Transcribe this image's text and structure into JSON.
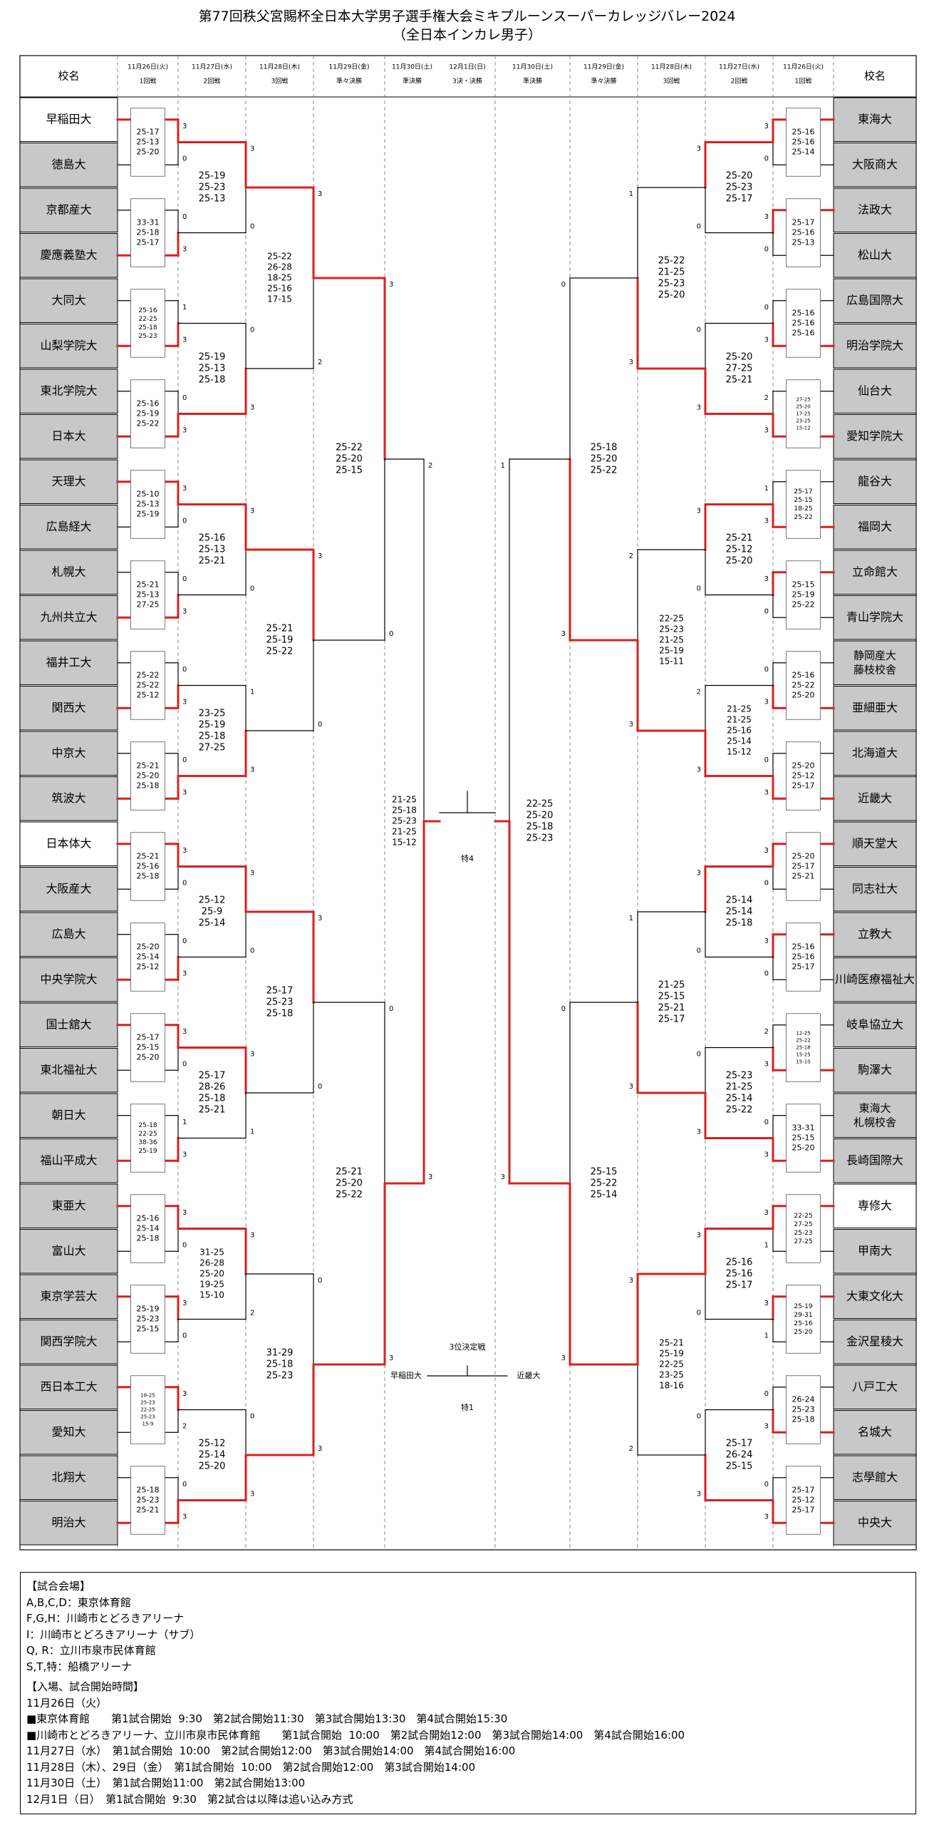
{
  "title": "第77回秩父宮賜杯全日本大学男子選手権大会ミキプルーンスーパーカレッジバレー2024",
  "subtitle": "（全日本インカレ男子）",
  "header": {
    "school_label": "校名",
    "dates_left": [
      {
        "date": "11月26日(火)",
        "round": "1回戦"
      },
      {
        "date": "11月27日(水)",
        "round": "2回戦"
      },
      {
        "date": "11月28日(木)",
        "round": "3回戦"
      },
      {
        "date": "11月29日(金)",
        "round": "準々決勝"
      },
      {
        "date": "11月30日(土)",
        "round": "準決勝"
      },
      {
        "date": "12月1日(日)",
        "round": "3決・決勝"
      }
    ],
    "dates_right": [
      {
        "date": "11月30日(土)",
        "round": "準決勝"
      },
      {
        "date": "11月29日(金)",
        "round": "準々決勝"
      },
      {
        "date": "11月28日(木)",
        "round": "3回戦"
      },
      {
        "date": "11月27日(水)",
        "round": "2回戦"
      },
      {
        "date": "11月26日(火)",
        "round": "1回戦"
      }
    ]
  },
  "left_teams": [
    {
      "name": "早稲田大",
      "seed": true
    },
    {
      "name": "徳島大",
      "seed": false
    },
    {
      "name": "京都産大",
      "seed": false
    },
    {
      "name": "慶應義塾大",
      "seed": false
    },
    {
      "name": "大同大",
      "seed": false
    },
    {
      "name": "山梨学院大",
      "seed": false
    },
    {
      "name": "東北学院大",
      "seed": false
    },
    {
      "name": "日本大",
      "seed": false
    },
    {
      "name": "天理大",
      "seed": false
    },
    {
      "name": "広島経大",
      "seed": false
    },
    {
      "name": "札幌大",
      "seed": false
    },
    {
      "name": "九州共立大",
      "seed": false
    },
    {
      "name": "福井工大",
      "seed": false
    },
    {
      "name": "関西大",
      "seed": false
    },
    {
      "name": "中京大",
      "seed": false
    },
    {
      "name": "筑波大",
      "seed": false
    },
    {
      "name": "日本体大",
      "seed": true
    },
    {
      "name": "大阪産大",
      "seed": false
    },
    {
      "name": "広島大",
      "seed": false
    },
    {
      "name": "中央学院大",
      "seed": false
    },
    {
      "name": "国士舘大",
      "seed": false
    },
    {
      "name": "東北福祉大",
      "seed": false
    },
    {
      "name": "朝日大",
      "seed": false
    },
    {
      "name": "福山平成大",
      "seed": false
    },
    {
      "name": "東亜大",
      "seed": false
    },
    {
      "name": "富山大",
      "seed": false
    },
    {
      "name": "東京学芸大",
      "seed": false
    },
    {
      "name": "関西学院大",
      "seed": false
    },
    {
      "name": "西日本工大",
      "seed": false
    },
    {
      "name": "愛知大",
      "seed": false
    },
    {
      "name": "北翔大",
      "seed": false
    },
    {
      "name": "明治大",
      "seed": false
    }
  ],
  "right_teams": [
    {
      "name": "東海大",
      "seed": false
    },
    {
      "name": "大阪商大",
      "seed": false
    },
    {
      "name": "法政大",
      "seed": false
    },
    {
      "name": "松山大",
      "seed": false
    },
    {
      "name": "広島国際大",
      "seed": false
    },
    {
      "name": "明治学院大",
      "seed": false
    },
    {
      "name": "仙台大",
      "seed": false
    },
    {
      "name": "愛知学院大",
      "seed": false
    },
    {
      "name": "龍谷大",
      "seed": false
    },
    {
      "name": "福岡大",
      "seed": false
    },
    {
      "name": "立命館大",
      "seed": false
    },
    {
      "name": "青山学院大",
      "seed": false
    },
    {
      "name": "静岡産大\n藤枝校舎",
      "seed": false
    },
    {
      "name": "亜細亜大",
      "seed": false
    },
    {
      "name": "北海道大",
      "seed": false
    },
    {
      "name": "近畿大",
      "seed": false
    },
    {
      "name": "順天堂大",
      "seed": false
    },
    {
      "name": "同志社大",
      "seed": false
    },
    {
      "name": "立教大",
      "seed": false
    },
    {
      "name": "川崎医療福祉大",
      "seed": false
    },
    {
      "name": "岐阜協立大",
      "seed": false
    },
    {
      "name": "駒澤大",
      "seed": false
    },
    {
      "name": "東海大\n札幌校舎",
      "seed": false
    },
    {
      "name": "長崎国際大",
      "seed": false
    },
    {
      "name": "専修大",
      "seed": true
    },
    {
      "name": "甲南大",
      "seed": false
    },
    {
      "name": "大東文化大",
      "seed": false
    },
    {
      "name": "金沢星稜大",
      "seed": false
    },
    {
      "name": "八戸工大",
      "seed": false
    },
    {
      "name": "名城大",
      "seed": false
    },
    {
      "name": "志學館大",
      "seed": false
    },
    {
      "name": "中央大",
      "seed": false
    }
  ],
  "left_bracket": {
    "r1": [
      {
        "scores": [
          "25-17",
          "25-13",
          "25-20"
        ],
        "top": "3",
        "bot": "0",
        "winner": "top"
      },
      {
        "scores": [
          "33-31",
          "25-18",
          "25-17"
        ],
        "top": "0",
        "bot": "3",
        "winner": "bot"
      },
      {
        "scores": [
          "25-16",
          "22-25",
          "25-18",
          "25-23"
        ],
        "top": "1",
        "bot": "3",
        "winner": "bot"
      },
      {
        "scores": [
          "25-16",
          "25-19",
          "25-22"
        ],
        "top": "0",
        "bot": "3",
        "winner": "bot"
      },
      {
        "scores": [
          "25-10",
          "25-13",
          "25-19"
        ],
        "top": "3",
        "bot": "0",
        "winner": "top"
      },
      {
        "scores": [
          "25-21",
          "25-13",
          "27-25"
        ],
        "top": "0",
        "bot": "3",
        "winner": "bot"
      },
      {
        "scores": [
          "25-22",
          "25-22",
          "25-12"
        ],
        "top": "0",
        "bot": "3",
        "winner": "bot"
      },
      {
        "scores": [
          "25-21",
          "25-20",
          "25-18"
        ],
        "top": "0",
        "bot": "3",
        "winner": "bot"
      },
      {
        "scores": [
          "25-21",
          "25-16",
          "25-18"
        ],
        "top": "3",
        "bot": "0",
        "winner": "top"
      },
      {
        "scores": [
          "25-20",
          "25-14",
          "25-12"
        ],
        "top": "0",
        "bot": "3",
        "winner": "bot"
      },
      {
        "scores": [
          "25-17",
          "25-15",
          "25-20"
        ],
        "top": "3",
        "bot": "0",
        "winner": "top"
      },
      {
        "scores": [
          "25-18",
          "22-25",
          "38-36",
          "25-19"
        ],
        "top": "1",
        "bot": "3",
        "winner": "bot"
      },
      {
        "scores": [
          "25-16",
          "25-14",
          "25-18"
        ],
        "top": "3",
        "bot": "0",
        "winner": "top"
      },
      {
        "scores": [
          "25-19",
          "25-23",
          "25-15"
        ],
        "top": "3",
        "bot": "0",
        "winner": "top"
      },
      {
        "scores": [
          "18-25",
          "25-23",
          "22-25",
          "25-23",
          "15-9"
        ],
        "top": "3",
        "bot": "2",
        "winner": "top"
      },
      {
        "scores": [
          "25-18",
          "25-23",
          "25-21"
        ],
        "top": "0",
        "bot": "3",
        "winner": "bot"
      }
    ],
    "r2": [
      {
        "scores": [
          "25-19",
          "25-23",
          "25-13"
        ],
        "top": "3",
        "bot": "0",
        "winner": "top"
      },
      {
        "scores": [
          "25-19",
          "25-13",
          "25-18"
        ],
        "top": "0",
        "bot": "3",
        "winner": "bot"
      },
      {
        "scores": [
          "25-16",
          "25-13",
          "25-21"
        ],
        "top": "3",
        "bot": "0",
        "winner": "top"
      },
      {
        "scores": [
          "23-25",
          "25-19",
          "25-18",
          "27-25"
        ],
        "top": "1",
        "bot": "3",
        "winner": "bot"
      },
      {
        "scores": [
          "25-12",
          "25-9",
          "25-14"
        ],
        "top": "3",
        "bot": "0",
        "winner": "top"
      },
      {
        "scores": [
          "25-17",
          "28-26",
          "25-18",
          "25-21"
        ],
        "top": "3",
        "bot": "1",
        "winner": "top"
      },
      {
        "scores": [
          "31-25",
          "26-28",
          "25-20",
          "19-25",
          "15-10"
        ],
        "top": "3",
        "bot": "2",
        "winner": "top"
      },
      {
        "scores": [
          "25-12",
          "25-14",
          "25-20"
        ],
        "top": "0",
        "bot": "3",
        "winner": "bot"
      }
    ],
    "r3": [
      {
        "scores": [
          "25-22",
          "26-28",
          "18-25",
          "25-16",
          "17-15"
        ],
        "top": "3",
        "bot": "2",
        "winner": "top"
      },
      {
        "scores": [
          "25-21",
          "25-19",
          "25-22"
        ],
        "top": "3",
        "bot": "0",
        "winner": "top"
      },
      {
        "scores": [
          "25-17",
          "25-23",
          "25-18"
        ],
        "top": "3",
        "bot": "0",
        "winner": "top"
      },
      {
        "scores": [
          "31-29",
          "25-18",
          "25-23"
        ],
        "top": "0",
        "bot": "3",
        "winner": "bot"
      }
    ],
    "r4": [
      {
        "scores": [
          "25-22",
          "25-20",
          "25-15"
        ],
        "top": "3",
        "bot": "0",
        "winner": "top"
      },
      {
        "scores": [
          "25-21",
          "25-20",
          "25-22"
        ],
        "top": "0",
        "bot": "3",
        "winner": "bot"
      }
    ],
    "r5": [
      {
        "scores": [
          "21-25",
          "25-18",
          "25-23",
          "21-25",
          "15-12"
        ],
        "top": "2",
        "bot": "3",
        "winner": "bot"
      }
    ]
  },
  "right_bracket": {
    "r1": [
      {
        "scores": [
          "25-16",
          "25-16",
          "25-14"
        ],
        "top": "3",
        "bot": "0",
        "winner": "top"
      },
      {
        "scores": [
          "25-17",
          "25-16",
          "25-13"
        ],
        "top": "3",
        "bot": "0",
        "winner": "top"
      },
      {
        "scores": [
          "25-16",
          "25-16",
          "25-16"
        ],
        "top": "0",
        "bot": "3",
        "winner": "bot"
      },
      {
        "scores": [
          "27-25",
          "25-20",
          "17-25",
          "23-25",
          "15-12"
        ],
        "top": "2",
        "bot": "3",
        "winner": "bot"
      },
      {
        "scores": [
          "25-17",
          "25-15",
          "18-25",
          "25-22"
        ],
        "top": "1",
        "bot": "3",
        "winner": "bot"
      },
      {
        "scores": [
          "25-15",
          "25-19",
          "25-22"
        ],
        "top": "3",
        "bot": "0",
        "winner": "top"
      },
      {
        "scores": [
          "25-16",
          "25-22",
          "25-20"
        ],
        "top": "0",
        "bot": "3",
        "winner": "bot"
      },
      {
        "scores": [
          "25-20",
          "25-12",
          "25-17"
        ],
        "top": "0",
        "bot": "3",
        "winner": "bot"
      },
      {
        "scores": [
          "25-20",
          "25-17",
          "25-21"
        ],
        "top": "3",
        "bot": "0",
        "winner": "top"
      },
      {
        "scores": [
          "25-16",
          "25-16",
          "25-17"
        ],
        "top": "3",
        "bot": "0",
        "winner": "top"
      },
      {
        "scores": [
          "12-25",
          "25-22",
          "25-18",
          "15-25",
          "15-10"
        ],
        "top": "2",
        "bot": "3",
        "winner": "bot"
      },
      {
        "scores": [
          "33-31",
          "25-15",
          "25-20"
        ],
        "top": "0",
        "bot": "3",
        "winner": "bot"
      },
      {
        "scores": [
          "22-25",
          "27-25",
          "25-23",
          "27-25"
        ],
        "top": "3",
        "bot": "1",
        "winner": "top"
      },
      {
        "scores": [
          "25-19",
          "29-31",
          "25-16",
          "25-20"
        ],
        "top": "3",
        "bot": "1",
        "winner": "top"
      },
      {
        "scores": [
          "26-24",
          "25-23",
          "25-18"
        ],
        "top": "0",
        "bot": "3",
        "winner": "bot"
      },
      {
        "scores": [
          "25-17",
          "25-12",
          "25-17"
        ],
        "top": "0",
        "bot": "3",
        "winner": "bot"
      }
    ],
    "r2": [
      {
        "scores": [
          "25-20",
          "25-23",
          "25-17"
        ],
        "top": "3",
        "bot": "0",
        "winner": "top"
      },
      {
        "scores": [
          "25-20",
          "27-25",
          "25-21"
        ],
        "top": "0",
        "bot": "3",
        "winner": "bot"
      },
      {
        "scores": [
          "25-21",
          "25-12",
          "25-20"
        ],
        "top": "3",
        "bot": "0",
        "winner": "top"
      },
      {
        "scores": [
          "21-25",
          "21-25",
          "25-16",
          "25-14",
          "15-12"
        ],
        "top": "2",
        "bot": "3",
        "winner": "bot"
      },
      {
        "scores": [
          "25-14",
          "25-14",
          "25-18"
        ],
        "top": "3",
        "bot": "0",
        "winner": "top"
      },
      {
        "scores": [
          "25-23",
          "21-25",
          "25-14",
          "25-22"
        ],
        "top": "0",
        "bot": "3",
        "winner": "bot"
      },
      {
        "scores": [
          "25-16",
          "25-16",
          "25-17"
        ],
        "top": "3",
        "bot": "0",
        "winner": "top"
      },
      {
        "scores": [
          "25-17",
          "26-24",
          "25-15"
        ],
        "top": "0",
        "bot": "3",
        "winner": "bot"
      }
    ],
    "r3": [
      {
        "scores": [
          "25-22",
          "21-25",
          "25-23",
          "25-20"
        ],
        "top": "1",
        "bot": "3",
        "winner": "bot"
      },
      {
        "scores": [
          "22-25",
          "25-23",
          "21-25",
          "25-19",
          "15-11"
        ],
        "top": "2",
        "bot": "3",
        "winner": "bot"
      },
      {
        "scores": [
          "21-25",
          "25-15",
          "25-21",
          "25-17"
        ],
        "top": "1",
        "bot": "3",
        "winner": "bot"
      },
      {
        "scores": [
          "25-21",
          "25-19",
          "22-25",
          "23-25",
          "18-16"
        ],
        "top": "3",
        "bot": "2",
        "winner": "top"
      }
    ],
    "r4": [
      {
        "scores": [
          "25-18",
          "25-20",
          "25-22"
        ],
        "top": "0",
        "bot": "3",
        "winner": "bot"
      },
      {
        "scores": [
          "25-15",
          "25-22",
          "25-14"
        ],
        "top": "0",
        "bot": "3",
        "winner": "bot"
      }
    ],
    "r5": [
      {
        "scores": [
          "22-25",
          "25-20",
          "25-18",
          "25-23"
        ],
        "top": "1",
        "bot": "3",
        "winner": "bot"
      }
    ]
  },
  "center": {
    "final_venue": "特4",
    "third_place_title": "3位決定戦",
    "third_left": "早稲田大",
    "third_right": "近畿大",
    "third_venue": "特1"
  },
  "notes": {
    "venue_header": "【試合会場】",
    "venues": [
      "A,B,C,D：東京体育館",
      "F,G,H：川崎市とどろきアリーナ",
      "I：川崎市とどろきアリーナ（サブ）",
      "Q, R：立川市泉市民体育館",
      "S,T,特：船橋アリーナ"
    ],
    "time_header": "【入場、試合開始時間】",
    "times": [
      "11月26日（火）",
      "■東京体育館　　第1試合開始  9:30　第2試合開始11:30　第3試合開始13:30　第4試合開始15:30",
      "■川崎市とどろきアリーナ、立川市泉市民体育館　　第1試合開始  10:00　第2試合開始12:00　第3試合開始14:00　第4試合開始16:00",
      "11月27日（水）　第1試合開始  10:00　第2試合開始12:00　第3試合開始14:00　第4試合開始16:00",
      "11月28日（木）、29日（金）　第1試合開始  10:00　第2試合開始12:00　第3試合開始14:00",
      "11月30日（土）　第1試合開始11:00　第2試合開始13:00",
      "12月1日（日）　第1試合開始  9:30　第2試合は以降は追い込み方式"
    ]
  },
  "colors": {
    "win": "#d92020",
    "line": "#000000",
    "seed_bg": "#ffffff",
    "team_bg": "#c8c8c8",
    "grid": "#888888"
  }
}
